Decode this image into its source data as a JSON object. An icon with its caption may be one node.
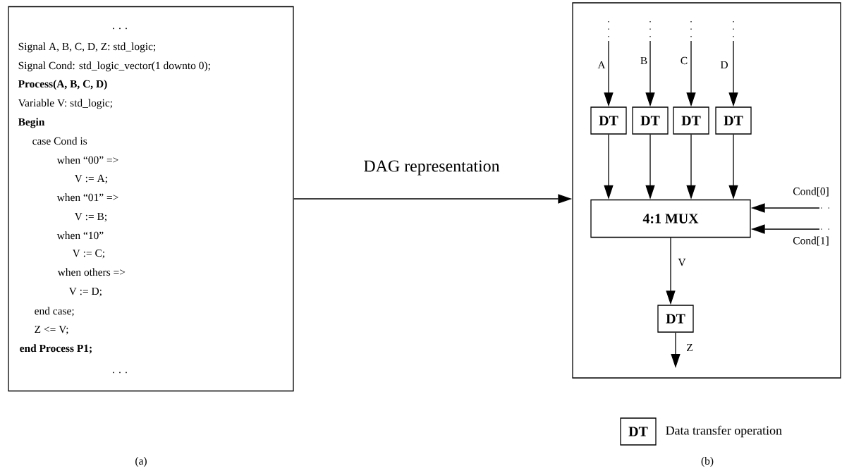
{
  "diagram": {
    "nodes": [
      {
        "text": [
          ". . .",
          "Signal A, B, C, D, Z: std_logic;",
          "Signal Cond: std_logic_vector(1 downto 0);",
          "**Process(A, B, C, D)**",
          "Variable V: std_logic;",
          "**Begin**",
          "case Cond is",
          "when “00”  =>",
          "V := A;",
          "when “01”  =>",
          "V := B;",
          "when “10”",
          "V := C;",
          "when  others =>",
          "V := D;",
          "end case;",
          "Z <= V;",
          "**end Process P1;**",
          ". . ."
        ]
      },
      {
        "text": [],
        "shape": "box"
      },
      {
        "text": [
          "DT"
        ],
        "in": 1
      },
      {
        "text": [
          "DT"
        ],
        "in": 1
      },
      {
        "text": [
          "DT"
        ],
        "in": 1
      },
      {
        "text": [
          "DT"
        ],
        "in": 1
      },
      {
        "text": [
          "4:1 MUX"
        ],
        "in": 1
      },
      {
        "text": [
          "DT"
        ],
        "in": 1
      }
    ],
    "edges": [
      {
        "from": 0,
        "to": 1,
        "arrow": "to",
        "label": "DAG  representation"
      },
      {
        "from": null,
        "to": 2,
        "arrow": "to",
        "label": "A"
      },
      {
        "from": null,
        "to": 3,
        "arrow": "to",
        "label": "B"
      },
      {
        "from": null,
        "to": 4,
        "arrow": "to",
        "label": "C"
      },
      {
        "from": null,
        "to": 5,
        "arrow": "to",
        "label": "D"
      },
      {
        "from": 2,
        "to": 6,
        "arrow": "to"
      },
      {
        "from": 3,
        "to": 6,
        "arrow": "to"
      },
      {
        "from": 4,
        "to": 6,
        "arrow": "to"
      },
      {
        "from": 5,
        "to": 6,
        "arrow": "to"
      },
      {
        "from": null,
        "to": 6,
        "arrow": "to",
        "label": "Cond[0]"
      },
      {
        "from": null,
        "to": 6,
        "arrow": "to",
        "label": "Cond[1]"
      },
      {
        "from": 6,
        "to": 7,
        "arrow": "to",
        "label": "V"
      },
      {
        "from": 7,
        "to": null,
        "arrow": "to",
        "label": "Z"
      }
    ],
    "labels": [
      "DT",
      "(a)",
      "(b)"
    ],
    "legend": [
      {
        "text": "Data transfer operation"
      }
    ]
  }
}
